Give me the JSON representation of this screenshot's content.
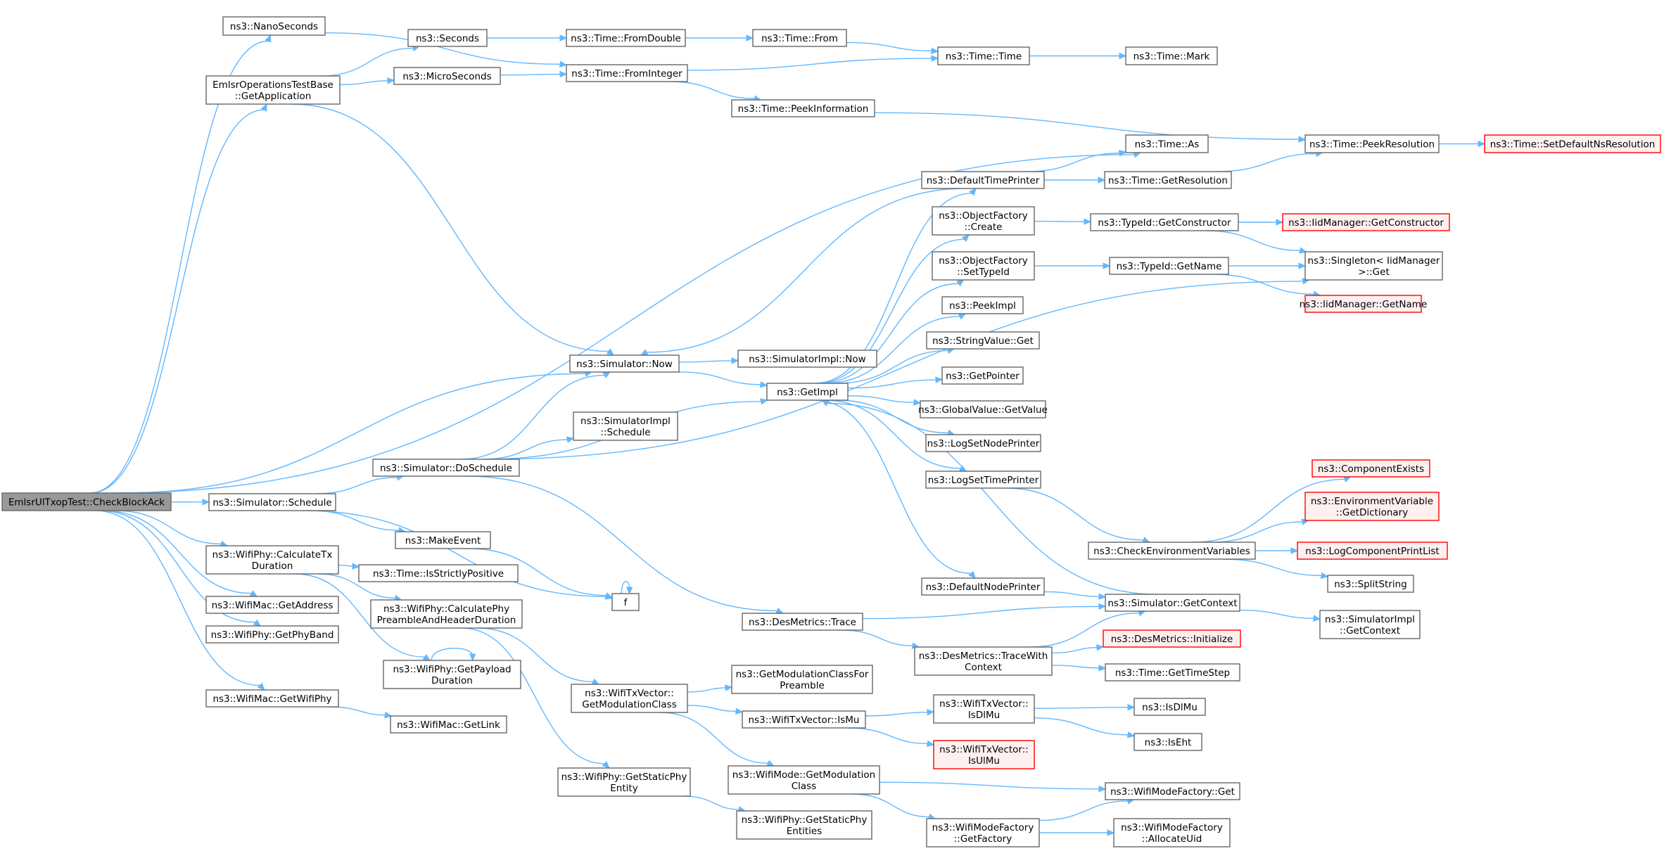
{
  "colors": {
    "edge": "#63b8ff",
    "root_fill": "#999999",
    "external_stroke": "#ff0000",
    "external_fill": "#fff0f0",
    "box_stroke": "#666666"
  },
  "nodes": {
    "root": [
      "EmlsrUlTxopTest::CheckBlockAck"
    ],
    "nanoseconds": [
      "ns3::NanoSeconds"
    ],
    "getapplication": [
      "EmlsrOperationsTestBase",
      "::GetApplication"
    ],
    "seconds": [
      "ns3::Seconds"
    ],
    "microseconds": [
      "ns3::MicroSeconds"
    ],
    "fromdouble": [
      "ns3::Time::FromDouble"
    ],
    "frominteger": [
      "ns3::Time::FromInteger"
    ],
    "from": [
      "ns3::Time::From"
    ],
    "peekinformation": [
      "ns3::Time::PeekInformation"
    ],
    "timetime": [
      "ns3::Time::Time"
    ],
    "mark": [
      "ns3::Time::Mark"
    ],
    "as": [
      "ns3::Time::As"
    ],
    "peekresolution": [
      "ns3::Time::PeekResolution"
    ],
    "setdefaultnsresolution": [
      "ns3::Time::SetDefaultNsResolution"
    ],
    "defaulttimeprinter": [
      "ns3::DefaultTimePrinter"
    ],
    "getresolution": [
      "ns3::Time::GetResolution"
    ],
    "objectfactorycreate": [
      "ns3::ObjectFactory",
      "::Create"
    ],
    "getconstructor": [
      "ns3::TypeId::GetConstructor"
    ],
    "iidgetconstructor": [
      "ns3::IidManager::GetConstructor"
    ],
    "objectfactorysettypeid": [
      "ns3::ObjectFactory",
      "::SetTypeId"
    ],
    "typeidgetname": [
      "ns3::TypeId::GetName"
    ],
    "singletonget": [
      "ns3::Singleton< IidManager",
      ">::Get"
    ],
    "iidgetname": [
      "ns3::IidManager::GetName"
    ],
    "peekimpl": [
      "ns3::PeekImpl"
    ],
    "stringvalueget": [
      "ns3::StringValue::Get"
    ],
    "getpointer": [
      "ns3::GetPointer"
    ],
    "globalvaluegetvalue": [
      "ns3::GlobalValue::GetValue"
    ],
    "logsetnodeprinter": [
      "ns3::LogSetNodePrinter"
    ],
    "logsettimeprinter": [
      "ns3::LogSetTimePrinter"
    ],
    "simulatornow": [
      "ns3::Simulator::Now"
    ],
    "simimplnow": [
      "ns3::SimulatorImpl::Now"
    ],
    "getimpl": [
      "ns3::GetImpl"
    ],
    "simimplschedule": [
      "ns3::SimulatorImpl",
      "::Schedule"
    ],
    "doschedule": [
      "ns3::Simulator::DoSchedule"
    ],
    "simschedule": [
      "ns3::Simulator::Schedule"
    ],
    "makeevent": [
      "ns3::MakeEvent"
    ],
    "f": [
      "f"
    ],
    "calculatetxduration": [
      "ns3::WifiPhy::CalculateTx",
      "Duration"
    ],
    "isstrictlypositive": [
      "ns3::Time::IsStrictlyPositive"
    ],
    "calcpreamble": [
      "ns3::WifiPhy::CalculatePhy",
      "PreambleAndHeaderDuration"
    ],
    "getpayloadduration": [
      "ns3::WifiPhy::GetPayload",
      "Duration"
    ],
    "getaddress": [
      "ns3::WifiMac::GetAddress"
    ],
    "getphyband": [
      "ns3::WifiPhy::GetPhyBand"
    ],
    "getwifiphy": [
      "ns3::WifiMac::GetWifiPhy"
    ],
    "getlink": [
      "ns3::WifiMac::GetLink"
    ],
    "componentexists": [
      "ns3::ComponentExists"
    ],
    "envgetdictionary": [
      "ns3::EnvironmentVariable",
      "::GetDictionary"
    ],
    "logcomponentprintlist": [
      "ns3::LogComponentPrintList"
    ],
    "checkenvvars": [
      "ns3::CheckEnvironmentVariables"
    ],
    "splitstring": [
      "ns3::SplitString"
    ],
    "defaultnodeprinter": [
      "ns3::DefaultNodePrinter"
    ],
    "simgetcontext": [
      "ns3::Simulator::GetContext"
    ],
    "simimplgetcontext": [
      "ns3::SimulatorImpl",
      "::GetContext"
    ],
    "desmetricstrace": [
      "ns3::DesMetrics::Trace"
    ],
    "tracewithcontext": [
      "ns3::DesMetrics::TraceWith",
      "Context"
    ],
    "desmetricsinit": [
      "ns3::DesMetrics::Initialize"
    ],
    "gettimestep": [
      "ns3::Time::GetTimeStep"
    ],
    "getmodulationclass": [
      "ns3::WifiTxVector::",
      "GetModulationClass"
    ],
    "getmodclassforpreamble": [
      "ns3::GetModulationClassFor",
      "Preamble"
    ],
    "ismu": [
      "ns3::WifiTxVector::IsMu"
    ],
    "isdlmu": [
      "ns3::WifiTxVector::",
      "IsDlMu"
    ],
    "isdlmu2": [
      "ns3::IsDlMu"
    ],
    "iseht": [
      "ns3::IsEht"
    ],
    "isulmu": [
      "ns3::WifiTxVector::",
      "IsUlMu"
    ],
    "getstaticphyentity": [
      "ns3::WifiPhy::GetStaticPhy",
      "Entity"
    ],
    "modegetmodclass": [
      "ns3::WifiMode::GetModulation",
      "Class"
    ],
    "getstaticphyentities": [
      "ns3::WifiPhy::GetStaticPhy",
      "Entities"
    ],
    "modefactoryget": [
      "ns3::WifiModeFactory::Get"
    ],
    "getfactory": [
      "ns3::WifiModeFactory",
      "::GetFactory"
    ],
    "allocateuid": [
      "ns3::WifiModeFactory",
      "::AllocateUid"
    ]
  }
}
